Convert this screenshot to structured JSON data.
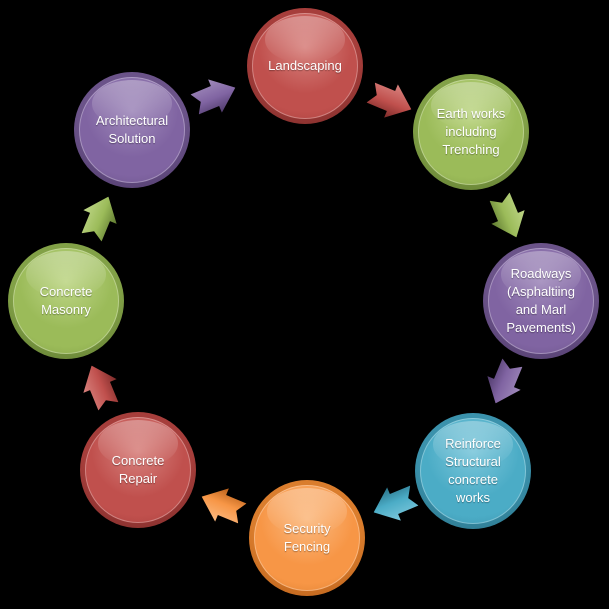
{
  "background_color": "#000000",
  "diagram": {
    "type": "cycle",
    "direction": "clockwise",
    "text_color": "#FFFFFF",
    "nodes": [
      {
        "label": "Landscaping",
        "colors": {
          "base": "#C0504D",
          "light": "#D8837F",
          "dark": "#7C2B29",
          "rim": "#A63E3B"
        }
      },
      {
        "label": "Earth works including Trenching",
        "colors": {
          "base": "#9BBB59",
          "light": "#BED687",
          "dark": "#5F7A30",
          "rim": "#82A147"
        }
      },
      {
        "label": "Roadways (Asphaltiing and Marl Pavements)",
        "colors": {
          "base": "#8064A2",
          "light": "#A08ABB",
          "dark": "#4F3A6B",
          "rim": "#6B5389"
        }
      },
      {
        "label": "Reinforce Structural concrete works",
        "colors": {
          "base": "#4BACC6",
          "light": "#7CC7DB",
          "dark": "#2A7389",
          "rim": "#3B92AC"
        }
      },
      {
        "label": "Security Fencing",
        "colors": {
          "base": "#F79646",
          "light": "#FBBA81",
          "dark": "#B85F19",
          "rim": "#DA7D2D"
        }
      },
      {
        "label": "Concrete Repair",
        "colors": {
          "base": "#C0504D",
          "light": "#D8837F",
          "dark": "#7C2B29",
          "rim": "#A63E3B"
        }
      },
      {
        "label": "Concrete Masonry",
        "colors": {
          "base": "#9BBB59",
          "light": "#BED687",
          "dark": "#5F7A30",
          "rim": "#82A147"
        }
      },
      {
        "label": "Architectural Solution",
        "colors": {
          "base": "#8064A2",
          "light": "#A08ABB",
          "dark": "#4F3A6B",
          "rim": "#6B5389"
        }
      }
    ],
    "arrows": [
      {
        "from": "Landscaping",
        "to": "Earth works including Trenching",
        "colors": {
          "base": "#C0504D",
          "light": "#D8837F",
          "dark": "#7C2B29"
        }
      },
      {
        "from": "Earth works including Trenching",
        "to": "Roadways (Asphaltiing and Marl Pavements)",
        "colors": {
          "base": "#9BBB59",
          "light": "#BED687",
          "dark": "#5F7A30"
        }
      },
      {
        "from": "Roadways (Asphaltiing and Marl Pavements)",
        "to": "Reinforce Structural concrete works",
        "colors": {
          "base": "#8064A2",
          "light": "#A08ABB",
          "dark": "#4F3A6B"
        }
      },
      {
        "from": "Reinforce Structural concrete works",
        "to": "Security Fencing",
        "colors": {
          "base": "#4BACC6",
          "light": "#7CC7DB",
          "dark": "#2A7389"
        }
      },
      {
        "from": "Security Fencing",
        "to": "Concrete Repair",
        "colors": {
          "base": "#F79646",
          "light": "#FBBA81",
          "dark": "#B85F19"
        }
      },
      {
        "from": "Concrete Repair",
        "to": "Concrete Masonry",
        "colors": {
          "base": "#C0504D",
          "light": "#D8837F",
          "dark": "#7C2B29"
        }
      },
      {
        "from": "Concrete Masonry",
        "to": "Architectural Solution",
        "colors": {
          "base": "#9BBB59",
          "light": "#BED687",
          "dark": "#5F7A30"
        }
      },
      {
        "from": "Architectural Solution",
        "to": "Landscaping",
        "colors": {
          "base": "#8064A2",
          "light": "#A08ABB",
          "dark": "#4F3A6B"
        }
      }
    ]
  }
}
